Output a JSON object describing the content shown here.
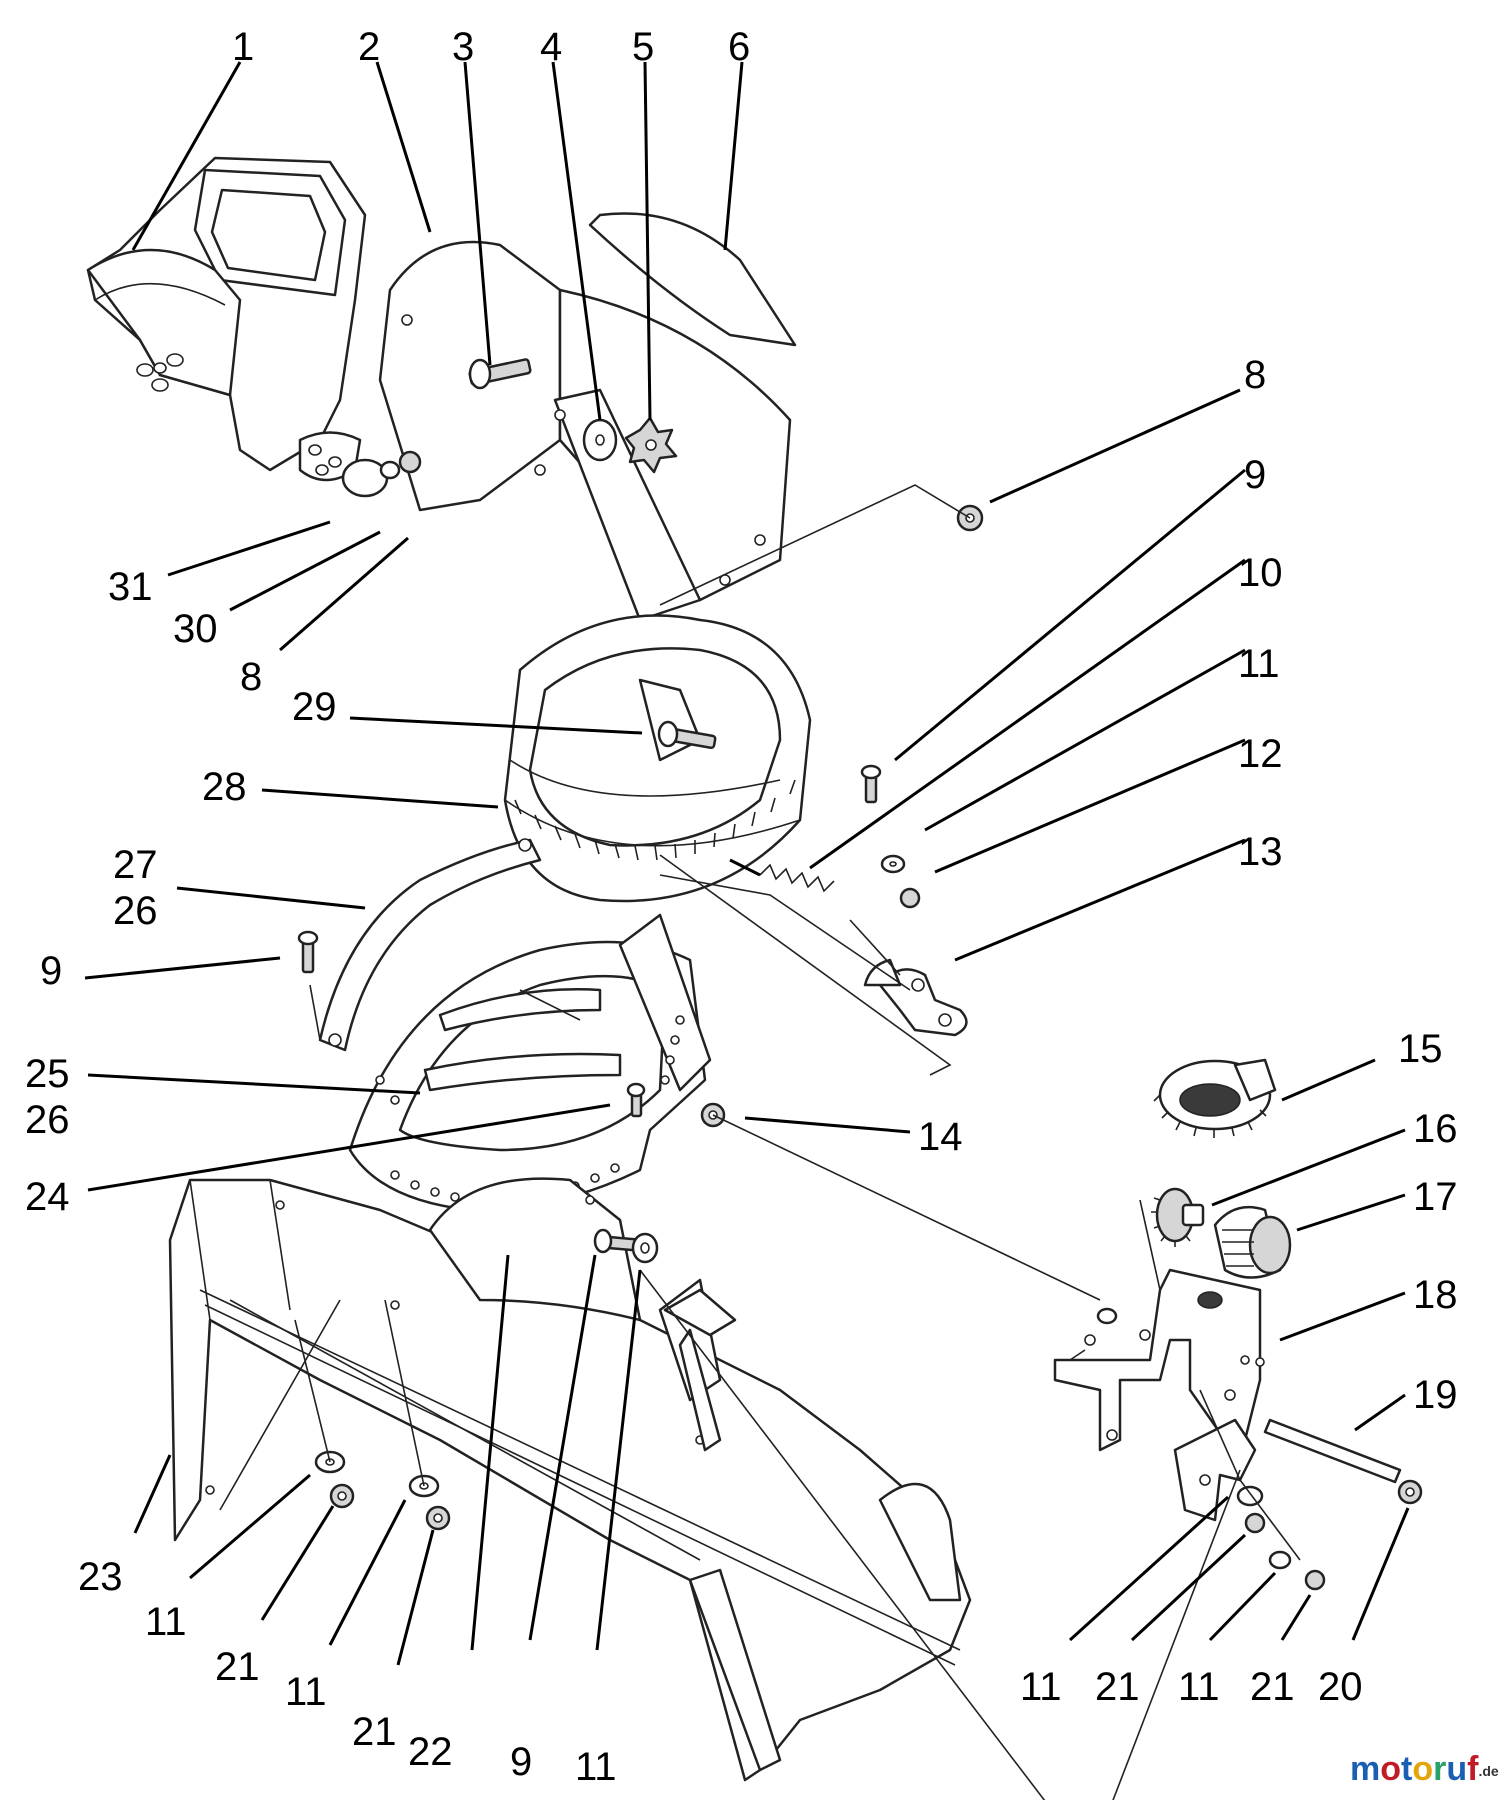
{
  "diagram": {
    "callouts": [
      {
        "id": "c1",
        "text": "1"
      },
      {
        "id": "c2",
        "text": "2"
      },
      {
        "id": "c3",
        "text": "3"
      },
      {
        "id": "c4",
        "text": "4"
      },
      {
        "id": "c5",
        "text": "5"
      },
      {
        "id": "c6",
        "text": "6"
      },
      {
        "id": "c8a",
        "text": "8"
      },
      {
        "id": "c9a",
        "text": "9"
      },
      {
        "id": "c10",
        "text": "10"
      },
      {
        "id": "c11a",
        "text": "11"
      },
      {
        "id": "c12",
        "text": "12"
      },
      {
        "id": "c13",
        "text": "13"
      },
      {
        "id": "c31",
        "text": "31"
      },
      {
        "id": "c30",
        "text": "30"
      },
      {
        "id": "c8b",
        "text": "8"
      },
      {
        "id": "c29",
        "text": "29"
      },
      {
        "id": "c28",
        "text": "28"
      },
      {
        "id": "c27",
        "text": "27"
      },
      {
        "id": "c26a",
        "text": "26"
      },
      {
        "id": "c9b",
        "text": "9"
      },
      {
        "id": "c25",
        "text": "25"
      },
      {
        "id": "c26b",
        "text": "26"
      },
      {
        "id": "c24",
        "text": "24"
      },
      {
        "id": "c14",
        "text": "14"
      },
      {
        "id": "c15",
        "text": "15"
      },
      {
        "id": "c16",
        "text": "16"
      },
      {
        "id": "c17",
        "text": "17"
      },
      {
        "id": "c18",
        "text": "18"
      },
      {
        "id": "c19",
        "text": "19"
      },
      {
        "id": "c23",
        "text": "23"
      },
      {
        "id": "c11b",
        "text": "11"
      },
      {
        "id": "c21a",
        "text": "21"
      },
      {
        "id": "c11c",
        "text": "11"
      },
      {
        "id": "c21b",
        "text": "21"
      },
      {
        "id": "c22",
        "text": "22"
      },
      {
        "id": "c9c",
        "text": "9"
      },
      {
        "id": "c11d",
        "text": "11"
      },
      {
        "id": "c11e",
        "text": "11"
      },
      {
        "id": "c21c",
        "text": "21"
      },
      {
        "id": "c11f",
        "text": "11"
      },
      {
        "id": "c21d",
        "text": "21"
      },
      {
        "id": "c20",
        "text": "20"
      }
    ]
  },
  "watermark": {
    "letters": [
      {
        "ch": "m",
        "color": "#1a5fb4"
      },
      {
        "ch": "o",
        "color": "#c01c28"
      },
      {
        "ch": "t",
        "color": "#1a5fb4"
      },
      {
        "ch": "o",
        "color": "#e5a50a"
      },
      {
        "ch": "r",
        "color": "#26a269"
      },
      {
        "ch": "u",
        "color": "#1a5fb4"
      },
      {
        "ch": "f",
        "color": "#c01c28"
      }
    ],
    "suffix": ".de"
  }
}
